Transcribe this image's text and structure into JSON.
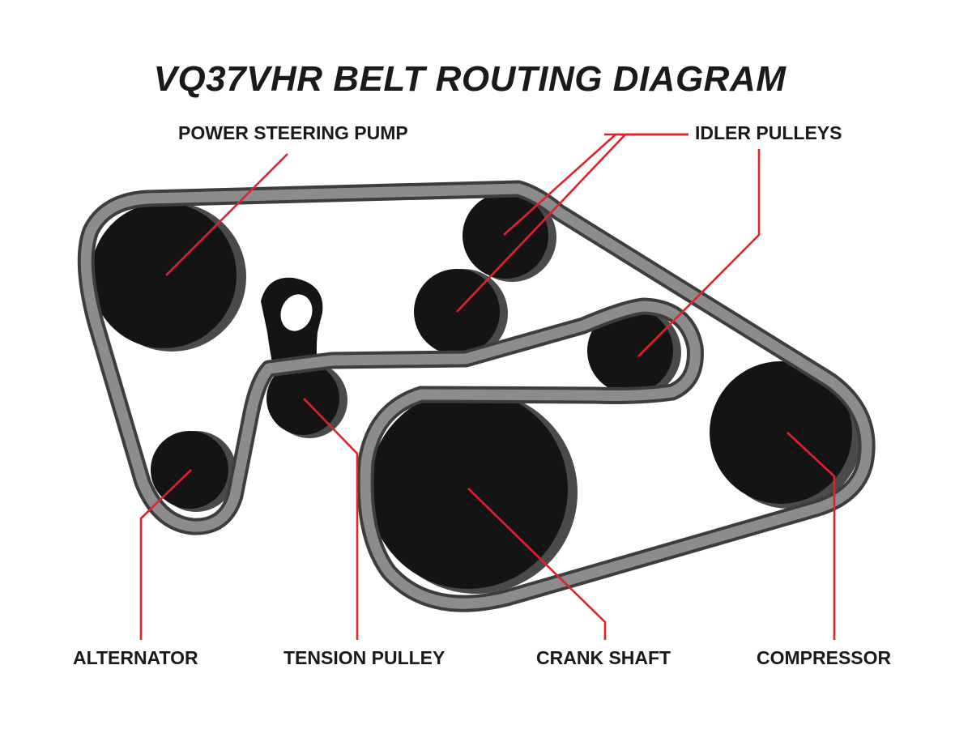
{
  "title": "VQ37VHR BELT ROUTING DIAGRAM",
  "labels": {
    "power_steering_pump": "POWER STEERING PUMP",
    "idler_pulleys": "IDLER PULLEYS",
    "alternator": "ALTERNATOR",
    "tension_pulley": "TENSION PULLEY",
    "crank_shaft": "CRANK SHAFT",
    "compressor": "COMPRESSOR"
  },
  "colors": {
    "leader_line": "#e3212b",
    "pulley": "#141414",
    "belt": "#8c8c8c",
    "text": "#1a1a1a"
  }
}
